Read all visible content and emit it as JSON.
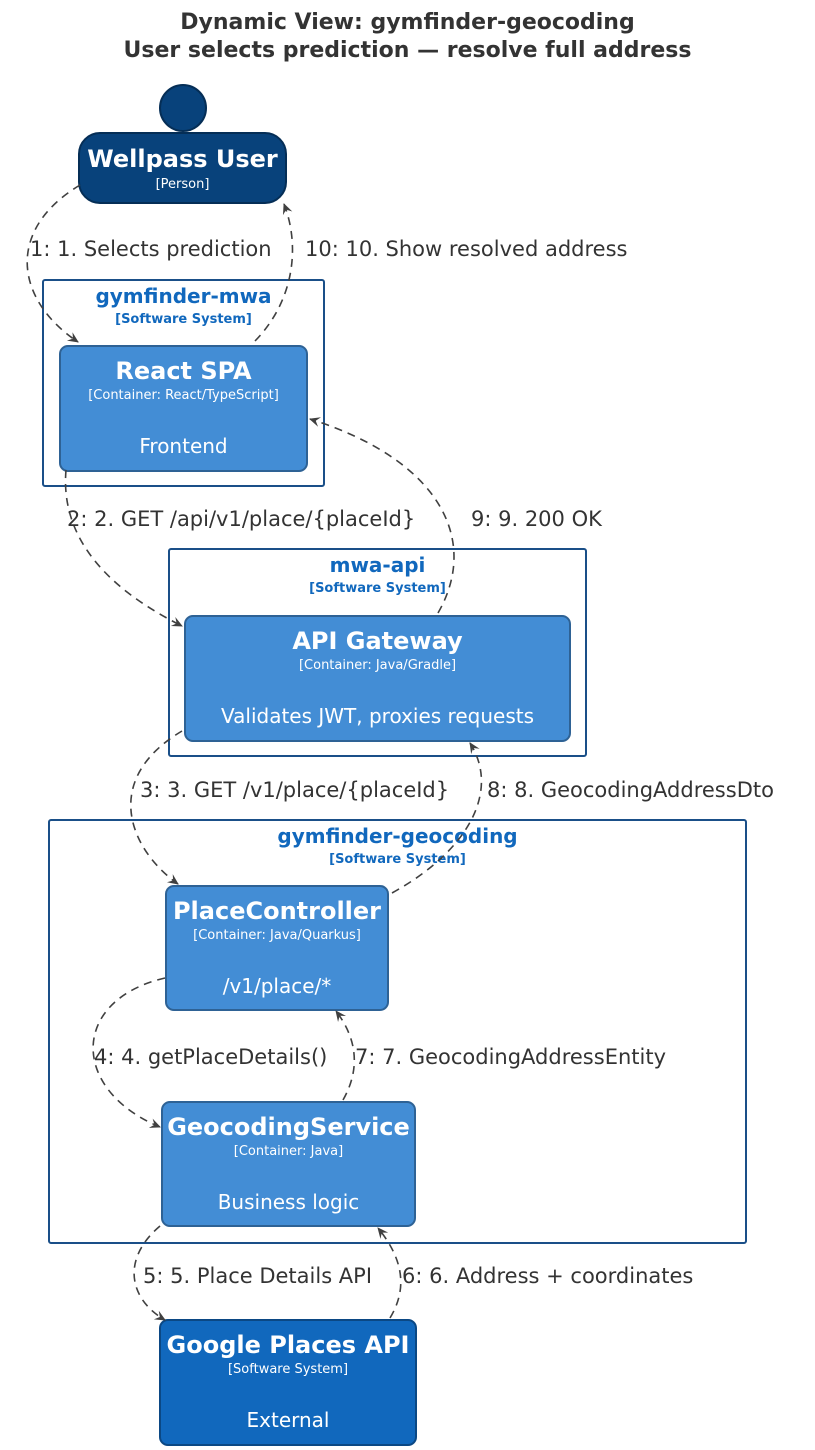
{
  "title": {
    "line1": "Dynamic View: gymfinder-geocoding",
    "line2": "User selects prediction — resolve full address"
  },
  "boundaries": {
    "mwa": {
      "name": "gymfinder-mwa",
      "type": "[Software System]"
    },
    "api": {
      "name": "mwa-api",
      "type": "[Software System]"
    },
    "geocoding": {
      "name": "gymfinder-geocoding",
      "type": "[Software System]"
    }
  },
  "nodes": {
    "user": {
      "name": "Wellpass User",
      "tech": "[Person]"
    },
    "spa": {
      "name": "React SPA",
      "tech": "[Container: React/TypeScript]",
      "desc": "Frontend"
    },
    "gateway": {
      "name": "API Gateway",
      "tech": "[Container: Java/Gradle]",
      "desc": "Validates JWT, proxies requests"
    },
    "controller": {
      "name": "PlaceController",
      "tech": "[Container: Java/Quarkus]",
      "desc": "/v1/place/*"
    },
    "service": {
      "name": "GeocodingService",
      "tech": "[Container: Java]",
      "desc": "Business logic"
    },
    "google": {
      "name": "Google Places API",
      "tech": "[Software System]",
      "desc": "External"
    }
  },
  "edges": [
    {
      "label": "1: 1. Selects prediction"
    },
    {
      "label": "2: 2. GET /api/v1/place/{placeId}"
    },
    {
      "label": "3: 3. GET /v1/place/{placeId}"
    },
    {
      "label": "4: 4. getPlaceDetails()"
    },
    {
      "label": "5: 5. Place Details API"
    },
    {
      "label": "6: 6. Address + coordinates"
    },
    {
      "label": "7: 7. GeocodingAddressEntity"
    },
    {
      "label": "8: 8. GeocodingAddressDto"
    },
    {
      "label": "9: 9. 200 OK"
    },
    {
      "label": "10: 10. Show resolved address"
    }
  ],
  "colors": {
    "person": "#08427b",
    "container": "#438dd5",
    "external_system": "#1168bd",
    "boundary": "#1a4f88",
    "text": "#333333"
  }
}
